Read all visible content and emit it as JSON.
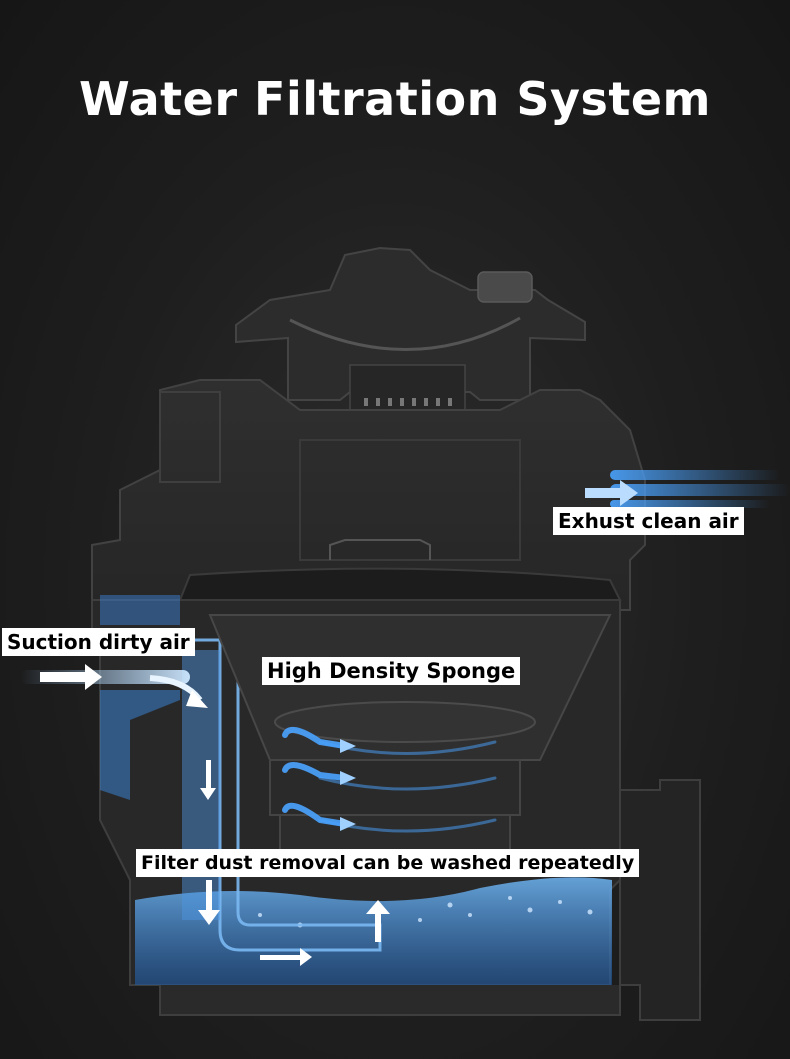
{
  "title": "Water Filtration System",
  "labels": {
    "suction": "Suction dirty air",
    "sponge": "High Density Sponge",
    "exhaust": "Exhust clean air",
    "filter": "Filter dust removal can be washed repeatedly"
  },
  "colors": {
    "background": "#1e1e1e",
    "body": "#2b2b2b",
    "outline": "#3c3c3c",
    "water": "#3a8fe0",
    "airflow": "#4aa3ff",
    "label_bg": "#ffffff",
    "label_text": "#000000"
  }
}
